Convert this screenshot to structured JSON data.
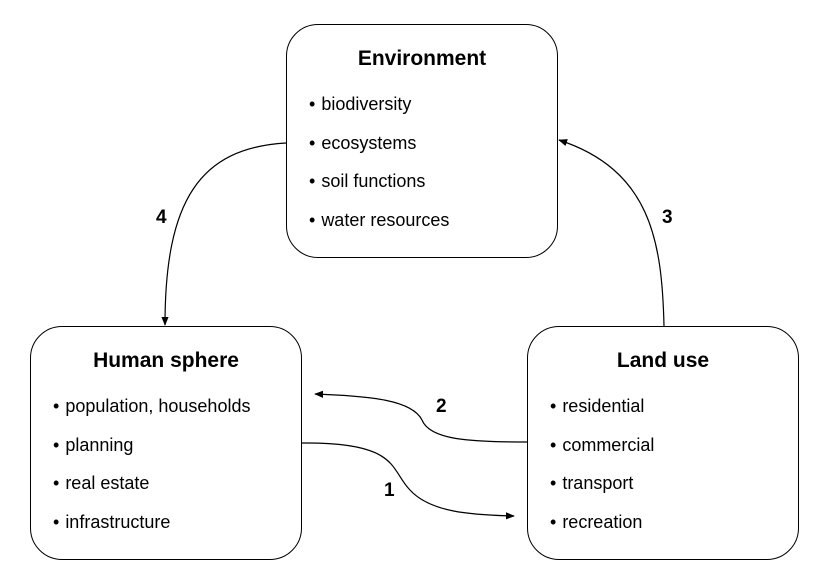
{
  "environment": {
    "title": "Environment",
    "items": [
      "biodiversity",
      "ecosystems",
      "soil functions",
      "water resources"
    ]
  },
  "human_sphere": {
    "title": "Human sphere",
    "items": [
      "population, households",
      "planning",
      "real estate",
      "infrastructure"
    ]
  },
  "land_use": {
    "title": "Land use",
    "items": [
      "residential",
      "commercial",
      "transport",
      "recreation"
    ]
  },
  "arrows": {
    "label_1": "1",
    "label_2": "2",
    "label_3": "3",
    "label_4": "4"
  },
  "colors": {
    "stroke": "#000000",
    "background": "#ffffff"
  }
}
